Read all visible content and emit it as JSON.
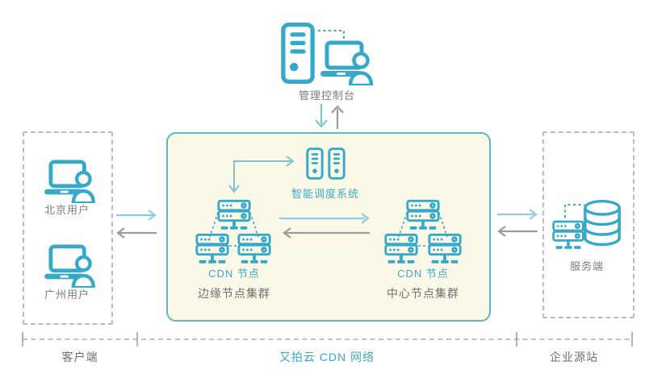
{
  "console": {
    "label": "管理控制台"
  },
  "client_panel": {
    "section_label": "客户端",
    "users": [
      {
        "label": "北京用户"
      },
      {
        "label": "广州用户"
      }
    ]
  },
  "cdn_network": {
    "section_label": "又拍云 CDN 网络",
    "scheduler_label": "智能调度系统",
    "edge_cluster": {
      "node_label": "CDN 节点",
      "cluster_label": "边缘节点集群"
    },
    "center_cluster": {
      "node_label": "CDN 节点",
      "cluster_label": "中心节点集群"
    }
  },
  "origin_panel": {
    "section_label": "企业源站",
    "server_label": "服务端"
  },
  "colors": {
    "icon_teal": "#36a9c9",
    "box_border_teal": "#5cb8c6",
    "box_bg_cream": "#fcf8e8",
    "arrow_blue": "#8fcbe1",
    "arrow_teal": "#7cc3d6",
    "arrow_gray": "#9b9b9b",
    "text_gray": "#7b7b7b",
    "text_teal": "#3aaac6",
    "dashed_border_gray": "#bcbcbc"
  }
}
